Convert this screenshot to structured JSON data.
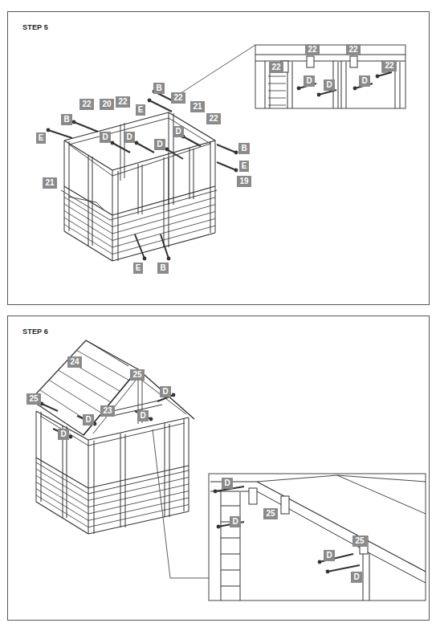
{
  "diagram": {
    "nodes": [
      {
        "text": [
          "STEP 5"
        ]
      },
      {
        "text": [
          "STEP 6"
        ]
      }
    ],
    "labels": [
      "22",
      "20",
      "22",
      "B",
      "E",
      "B",
      "22",
      "21",
      "E",
      "D",
      "D",
      "D",
      "22",
      "D",
      "B",
      "E",
      "21",
      "19",
      "E",
      "B",
      "22",
      "22",
      "22",
      "22",
      "D",
      "D",
      "D",
      "24",
      "25",
      "D",
      "25",
      "D",
      "23",
      "D",
      "D",
      "D",
      "D",
      "25",
      "25",
      "D",
      "D"
    ]
  }
}
